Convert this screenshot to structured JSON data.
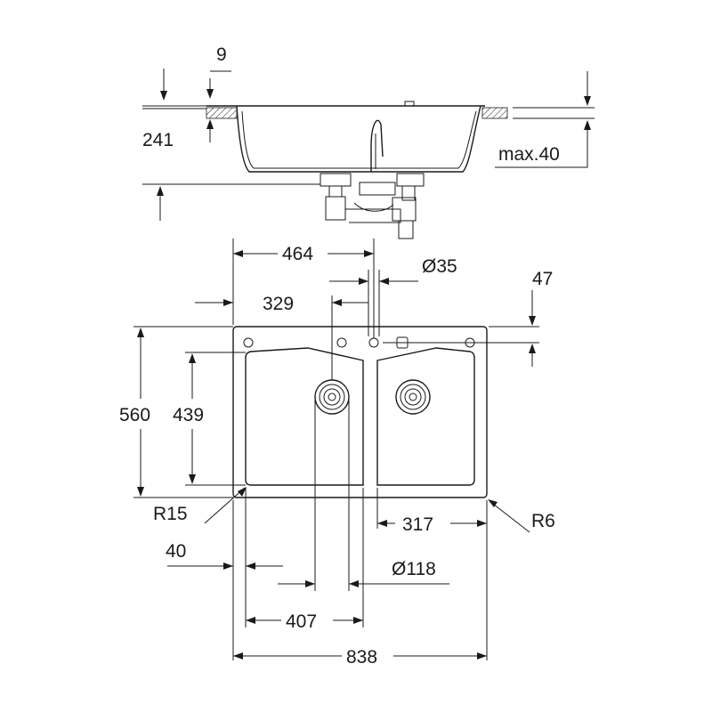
{
  "drawing": {
    "side_view": {
      "rim_thickness": "9",
      "depth": "241",
      "max_worktop": "max.40"
    },
    "top_view": {
      "faucet_offset": "464",
      "tap_hole_diameter": "Ø35",
      "drain_offset": "329",
      "tap_hole_edge": "47",
      "outer_depth": "560",
      "bowl_depth": "439",
      "outer_radius": "R15",
      "inner_radius": "R6",
      "small_bowl_width": "317",
      "edge_offset": "40",
      "drain_diameter": "Ø118",
      "large_bowl_width": "407",
      "overall_width": "838"
    }
  }
}
